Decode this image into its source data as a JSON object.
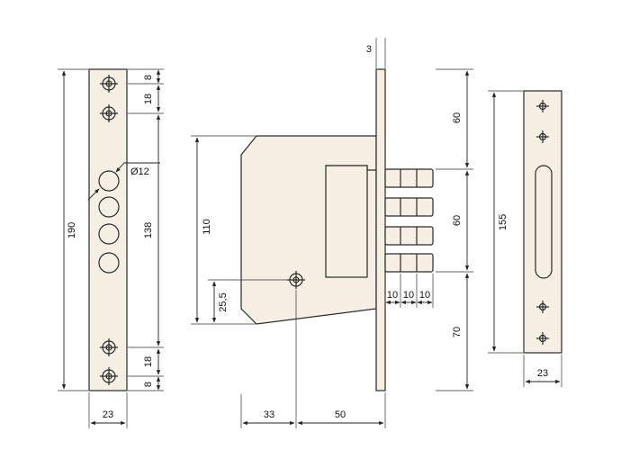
{
  "left_plate": {
    "height": "190",
    "top_gap": "8",
    "screw_spacing": "18",
    "hole_diameter": "Ø12",
    "hole_span": "138",
    "bottom_spacing": "18",
    "bottom_gap": "8",
    "width": "23"
  },
  "lock_body": {
    "faceplate_thickness": "3",
    "height": "110",
    "screw_height": "25,5",
    "backset_left": "33",
    "backset_right": "50",
    "bolt_spacing": [
      "10",
      "10",
      "10"
    ],
    "top_offset": "60",
    "bolt_zone": "60",
    "bottom_offset": "70"
  },
  "strike_plate": {
    "height": "155",
    "width": "23"
  },
  "colors": {
    "fill": "#f6efe4",
    "line": "#2a2a2a"
  }
}
